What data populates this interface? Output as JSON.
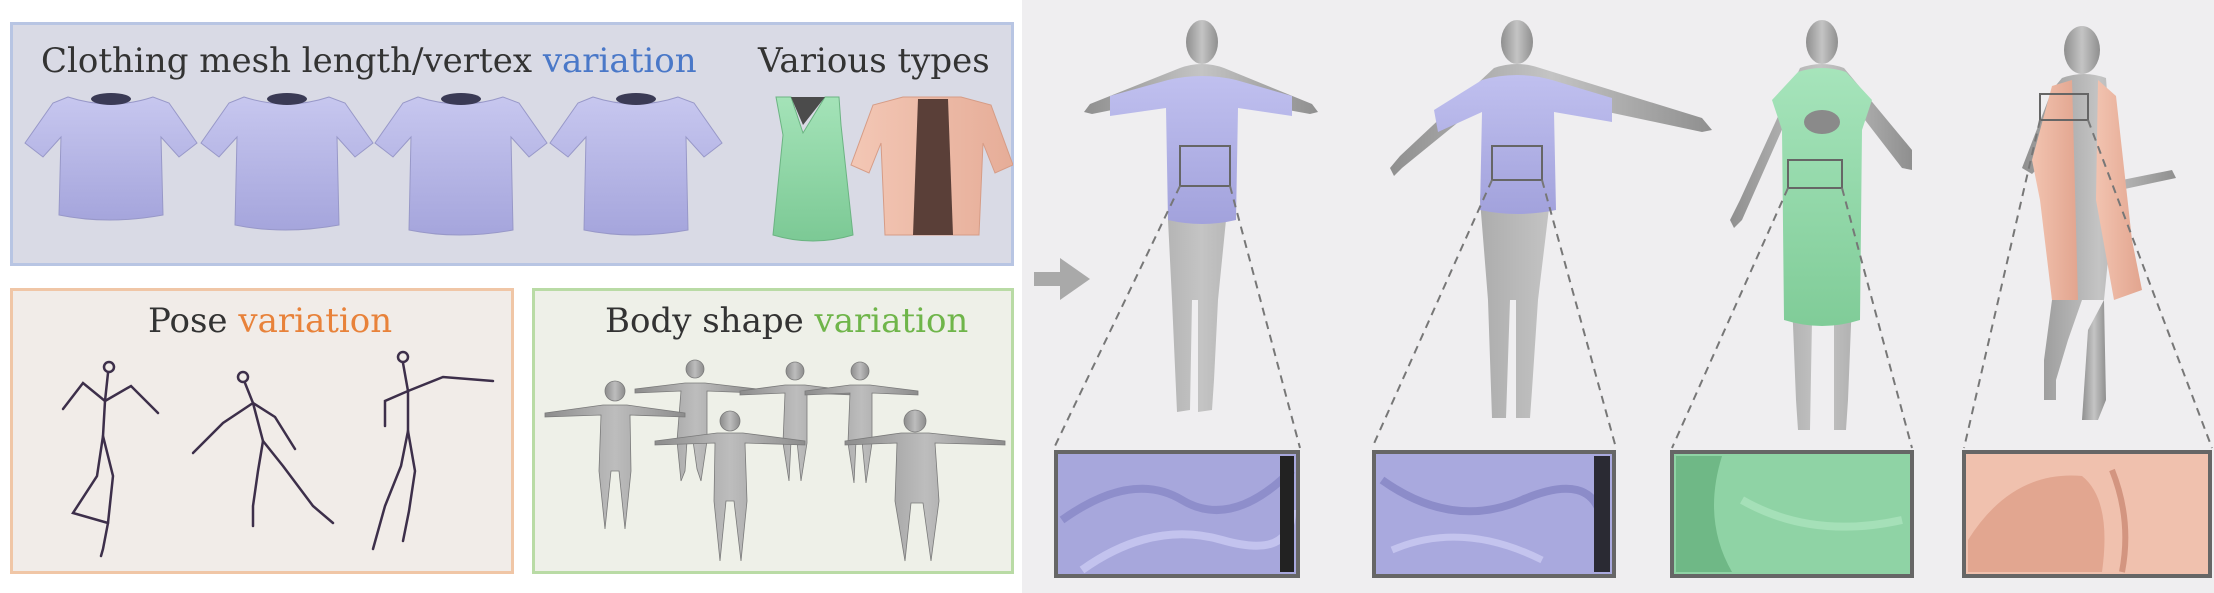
{
  "clothing_panel": {
    "title_text": "Clothing mesh length/vertex ",
    "title_accent": "variation",
    "types_title": "Various types"
  },
  "pose_panel": {
    "title_text": "Pose ",
    "title_accent": "variation"
  },
  "body_panel": {
    "title_text": "Body shape ",
    "title_accent": "variation"
  },
  "colors": {
    "shirt": "#b3b3e6",
    "dress": "#8fd6a6",
    "jacket": "#ecb9a6",
    "body": "#a8a8a8",
    "accent_blue": "#4a78c8",
    "accent_orange": "#e8823a",
    "accent_green": "#6fb54a"
  }
}
